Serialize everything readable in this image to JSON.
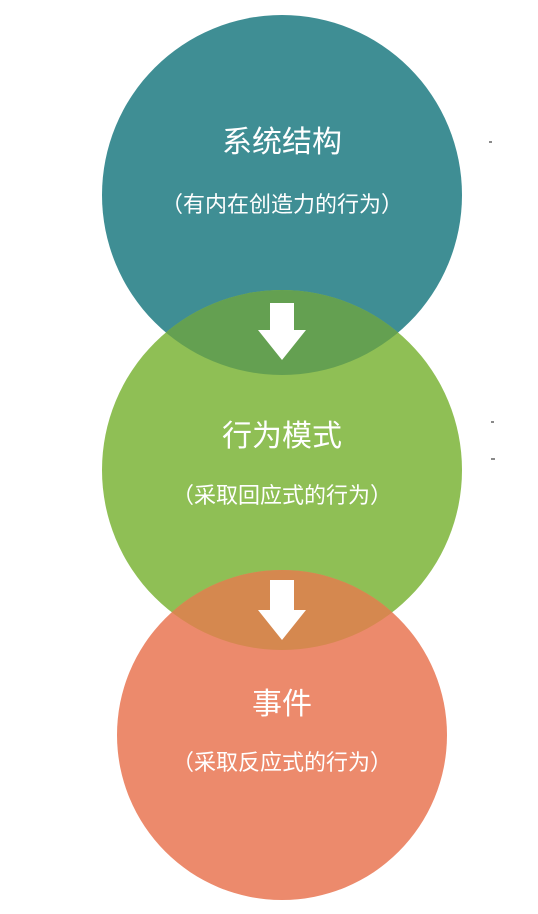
{
  "colors": {
    "background": "#ffffff",
    "circle_top": "#3f8e94",
    "circle_middle": "#8fbf55",
    "circle_bottom": "#ec8a6c",
    "overlap_top_middle": "#64a051",
    "overlap_middle_bottom": "#d5884f",
    "arrow": "#ffffff",
    "text": "#ffffff"
  },
  "nodes": [
    {
      "title": "系统结构",
      "subtitle": "（有内在创造力的行为）"
    },
    {
      "title": "行为模式",
      "subtitle": "（采取回应式的行为）"
    },
    {
      "title": "事件",
      "subtitle": "（采取反应式的行为）"
    }
  ],
  "icons": [
    "arrow-down-icon",
    "arrow-down-icon"
  ]
}
